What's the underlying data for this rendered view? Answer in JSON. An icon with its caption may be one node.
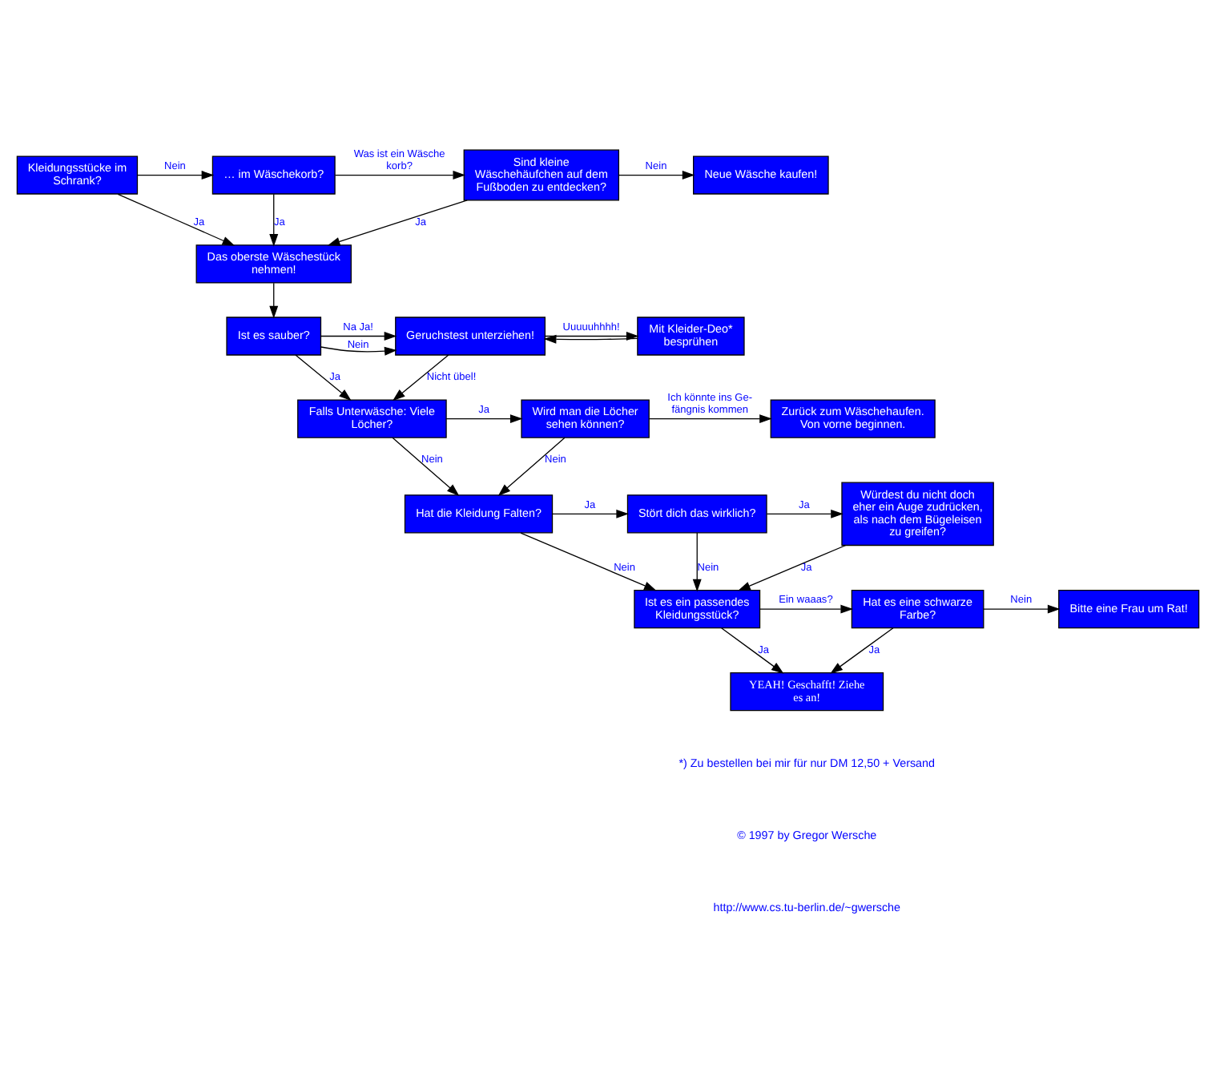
{
  "diagram": {
    "nodes": [
      {
        "text": [
          "Kleidungsstücke im Schrank?"
        ]
      },
      {
        "text": [
          "… im Wäschekorb?"
        ]
      },
      {
        "text": [
          "Sind kleine Wäschehäufchen auf dem Fußboden zu entdecken?"
        ]
      },
      {
        "text": [
          "Neue Wäsche kaufen!"
        ]
      },
      {
        "text": [
          "Das oberste Wäschestück nehmen!"
        ]
      },
      {
        "text": [
          "Ist es sauber?"
        ]
      },
      {
        "text": [
          "Geruchstest unterziehen!"
        ]
      },
      {
        "text": [
          "Mit Kleider-Deo* besprühen"
        ]
      },
      {
        "text": [
          "Falls Unterwäsche: Viele Löcher?"
        ]
      },
      {
        "text": [
          "Wird man die Löcher sehen können?"
        ]
      },
      {
        "text": [
          "Zurück zum Wäschehaufen. Von vorne beginnen."
        ]
      },
      {
        "text": [
          "Hat die Kleidung Falten?"
        ]
      },
      {
        "text": [
          "Stört dich das wirklich?"
        ]
      },
      {
        "text": [
          "Würdest du nicht doch eher ein Auge zudrücken, als nach dem Bügeleisen zu greifen?"
        ]
      },
      {
        "text": [
          "Ist es ein passendes Kleidungsstück?"
        ]
      },
      {
        "text": [
          "Hat es eine schwarze Farbe?"
        ]
      },
      {
        "text": [
          "Bitte eine Frau um Rat!"
        ]
      },
      {
        "text": [
          "YEAH! Geschafft! Ziehe es an!"
        ]
      }
    ],
    "edges": [
      {
        "from": 0,
        "to": 1,
        "arrow": "to",
        "label": "Nein"
      },
      {
        "from": 1,
        "to": 2,
        "arrow": "to",
        "label": "Was ist ein Wäsche korb?"
      },
      {
        "from": 2,
        "to": 3,
        "arrow": "to",
        "label": "Nein"
      },
      {
        "from": 0,
        "to": 4,
        "arrow": "to",
        "label": "Ja"
      },
      {
        "from": 1,
        "to": 4,
        "arrow": "to",
        "label": "Ja"
      },
      {
        "from": 2,
        "to": 4,
        "arrow": "to",
        "label": "Ja"
      },
      {
        "from": 4,
        "to": 5,
        "arrow": "to"
      },
      {
        "from": 5,
        "to": 6,
        "arrow": "to",
        "label": "Nein"
      },
      {
        "from": 5,
        "to": 6,
        "arrow": "to",
        "label": "Na Ja!"
      },
      {
        "from": 6,
        "to": 7,
        "arrow": "to",
        "label": "Uuuuuhhhh!"
      },
      {
        "from": 7,
        "to": 6,
        "arrow": "to"
      },
      {
        "from": 5,
        "to": 8,
        "arrow": "to",
        "label": "Ja"
      },
      {
        "from": 6,
        "to": 8,
        "arrow": "to",
        "label": "Nicht übel!"
      },
      {
        "from": 8,
        "to": 9,
        "arrow": "to",
        "label": "Ja"
      },
      {
        "from": 9,
        "to": 10,
        "arrow": "to",
        "label": "Ich könnte ins Ge- fängnis kommen"
      },
      {
        "from": 8,
        "to": 11,
        "arrow": "to",
        "label": "Nein"
      },
      {
        "from": 9,
        "to": 11,
        "arrow": "to",
        "label": "Nein"
      },
      {
        "from": 11,
        "to": 12,
        "arrow": "to",
        "label": "Ja"
      },
      {
        "from": 12,
        "to": 13,
        "arrow": "to",
        "label": "Ja"
      },
      {
        "from": 11,
        "to": 14,
        "arrow": "to",
        "label": "Nein"
      },
      {
        "from": 12,
        "to": 14,
        "arrow": "to",
        "label": "Nein"
      },
      {
        "from": 13,
        "to": 14,
        "arrow": "to",
        "label": "Ja"
      },
      {
        "from": 14,
        "to": 15,
        "arrow": "to",
        "label": "Ein waaas?"
      },
      {
        "from": 15,
        "to": 16,
        "arrow": "to",
        "label": "Nein"
      },
      {
        "from": 14,
        "to": 17,
        "arrow": "to",
        "label": "Ja"
      },
      {
        "from": 15,
        "to": 17,
        "arrow": "to",
        "label": "Ja"
      }
    ],
    "labels": [
      "*) Zu bestellen bei mir für nur DM 12,50 + Versand",
      "© 1997 by Gregor Wersche",
      "http://www.cs.tu-berlin.de/~gwersche"
    ]
  }
}
